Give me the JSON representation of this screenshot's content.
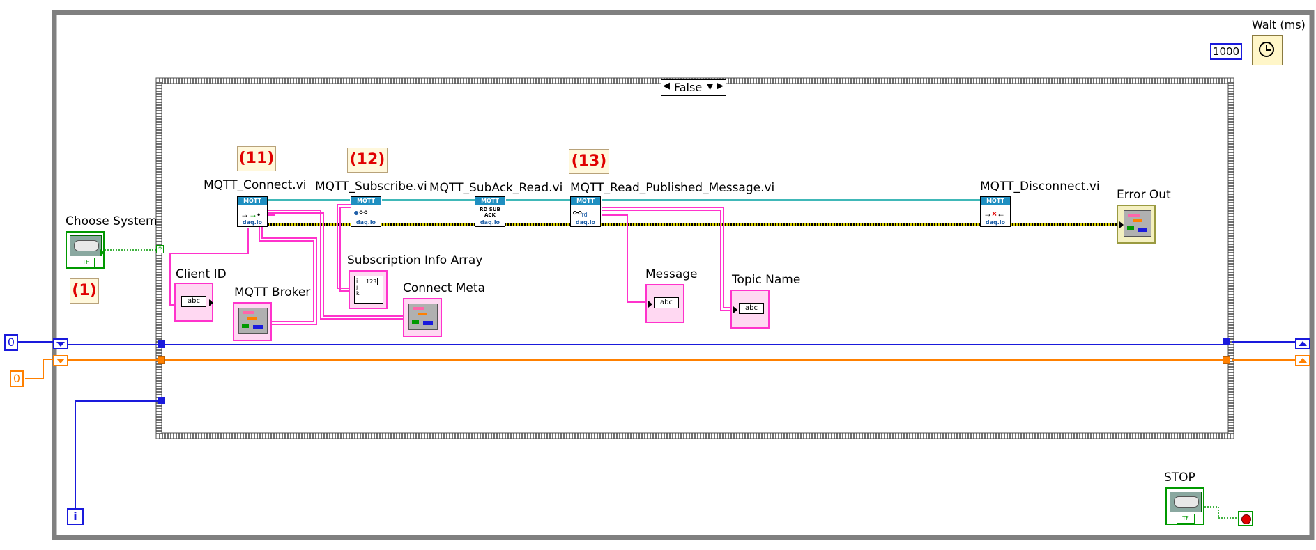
{
  "wait": {
    "label": "Wait (ms)",
    "value": "1000"
  },
  "case_structure": {
    "selector": "False"
  },
  "annotations": {
    "a1": "(1)",
    "a11": "(11)",
    "a12": "(12)",
    "a13": "(13)"
  },
  "controls": {
    "choose_system": "Choose System",
    "stop": "STOP",
    "bool_text": "TF"
  },
  "vis": {
    "connect": {
      "label": "MQTT_Connect.vi",
      "header": "MQTT",
      "footer": "daq.io"
    },
    "subscribe": {
      "label": "MQTT_Subscribe.vi",
      "header": "MQTT",
      "footer": "daq.io"
    },
    "suback": {
      "label": "MQTT_SubAck_Read.vi",
      "header": "MQTT",
      "body": "RD SUB ACK",
      "footer": "daq.io"
    },
    "read_pub": {
      "label": "MQTT_Read_Published_Message.vi",
      "header": "MQTT",
      "footer": "daq.io"
    },
    "disconnect": {
      "label": "MQTT_Disconnect.vi",
      "header": "MQTT",
      "footer": "daq.io"
    }
  },
  "terminals": {
    "client_id": "Client ID",
    "mqtt_broker": "MQTT Broker",
    "subscription_info": "Subscription Info Array",
    "connect_meta": "Connect Meta",
    "message": "Message",
    "topic_name": "Topic Name",
    "error_out": "Error Out",
    "abc": "abc",
    "array_index": "123"
  },
  "constants": {
    "shift_blue": "0",
    "shift_orange": "0",
    "iteration": "i"
  },
  "colors": {
    "loop_border": "#808080",
    "string_wire": "#ff33cc",
    "cluster_wire": "#00a0a0",
    "error_wire": "#7a7a2a",
    "int_wire": "#1a1adc",
    "dbl_wire": "#ff8000",
    "bool_wire": "#009900",
    "annotation_text": "#e00000"
  }
}
